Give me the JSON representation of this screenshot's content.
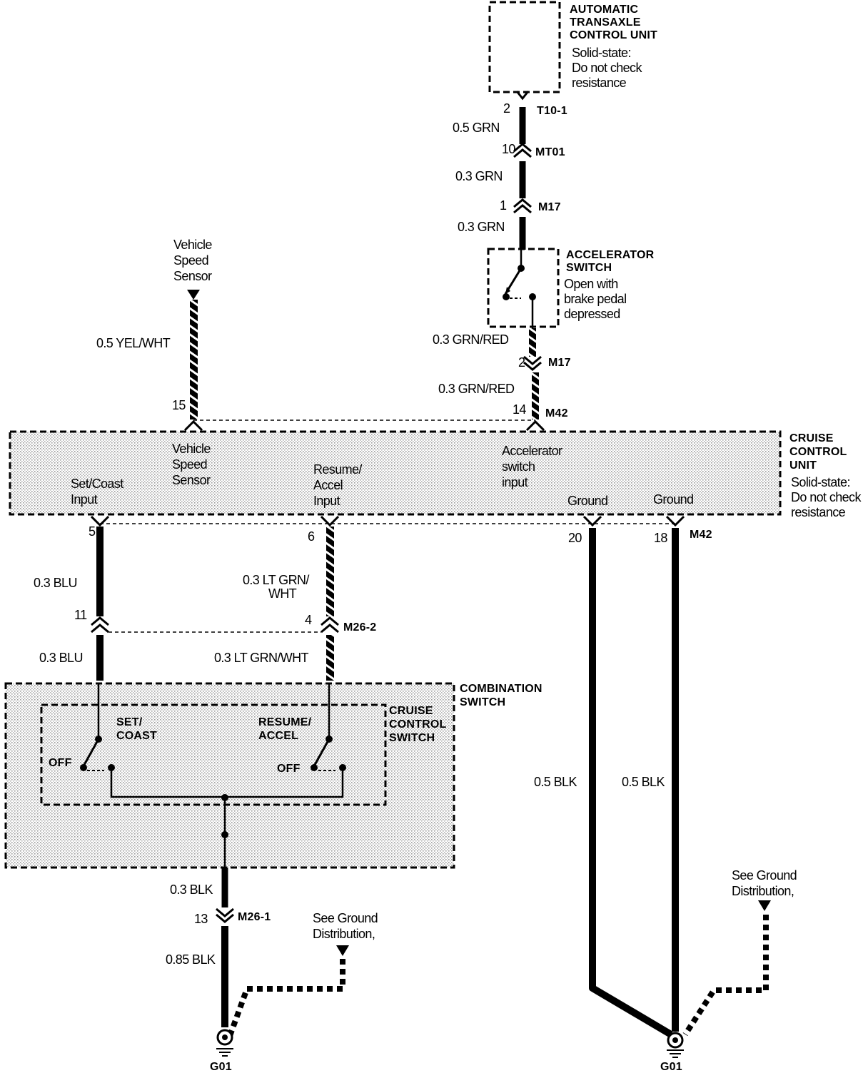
{
  "colors": {
    "ink": "#000000",
    "background": "#ffffff",
    "shade": "#d9d9d9"
  },
  "components": {
    "tcu": {
      "title": [
        "AUTOMATIC",
        "TRANSAXLE",
        "CONTROL UNIT"
      ],
      "note": [
        "Solid-state:",
        "Do not check",
        "resistance"
      ]
    },
    "accel_switch": {
      "title": [
        "ACCELERATOR",
        "SWITCH"
      ],
      "note": [
        "Open with",
        "brake pedal",
        "depressed"
      ]
    },
    "vss": {
      "label": [
        "Vehicle",
        "Speed",
        "Sensor"
      ]
    },
    "ccu": {
      "title": [
        "CRUISE",
        "CONTROL",
        "UNIT"
      ],
      "note": [
        "Solid-state:",
        "Do not check",
        "resistance"
      ],
      "inputs": {
        "vss": [
          "Vehicle",
          "Speed",
          "Sensor"
        ],
        "accel": [
          "Accelerator",
          "switch",
          "input"
        ],
        "resume": [
          "Resume/",
          "Accel",
          "Input"
        ],
        "set": [
          "Set/Coast",
          "Input"
        ],
        "ground1": "Ground",
        "ground2": "Ground"
      }
    },
    "combo_switch": {
      "title": [
        "COMBINATION",
        "SWITCH"
      ],
      "inner_title": [
        "CRUISE",
        "CONTROL",
        "SWITCH"
      ],
      "set": [
        "SET/",
        "COAST"
      ],
      "resume": [
        "RESUME/",
        "ACCEL"
      ],
      "off": "OFF"
    },
    "ground_note": [
      "See Ground",
      "Distribution,"
    ]
  },
  "connectors": {
    "t10_1": "T10-1",
    "mt01": "MT01",
    "m17": "M17",
    "m42": "M42",
    "m26_2": "M26-2",
    "m26_1": "M26-1",
    "g01": "G01"
  },
  "pins": {
    "t10_1": "2",
    "mt01": "10",
    "m17_top": "1",
    "m17_bottom": "2",
    "m42_vss": "15",
    "m42_accel": "14",
    "m42_set": "5",
    "m42_resume": "6",
    "m42_gnd1": "20",
    "m42_gnd2": "18",
    "m26_2_set": "11",
    "m26_2_resume": "4",
    "m26_1": "13"
  },
  "wires": {
    "tcu_out": "0.5  GRN",
    "mt01_out": "0.3  GRN",
    "m17_out": "0.3  GRN",
    "accel_out": "0.3  GRN/RED",
    "m17_to_m42": "0.3  GRN/RED",
    "vss": "0.5 YEL/WHT",
    "set_upper": "0.3  BLU",
    "set_lower": "0.3  BLU",
    "resume_upper": [
      "0.3 LT GRN/",
      "WHT"
    ],
    "resume_lower": "0.3 LT GRN/WHT",
    "combo_gnd": "0.3 BLK",
    "m26_1_gnd": "0.85 BLK",
    "ccu_gnd1": "0.5 BLK",
    "ccu_gnd2": "0.5 BLK"
  }
}
